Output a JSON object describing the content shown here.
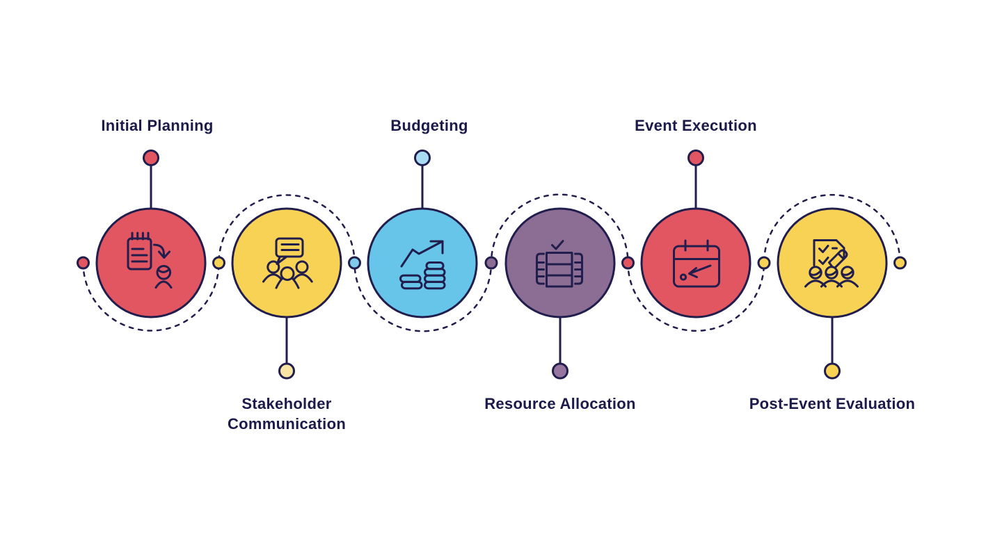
{
  "diagram": {
    "type": "process-timeline-infographic",
    "background_color": "#FFFFFF",
    "outline_color": "#211E4E",
    "text_color": "#1B1A4B",
    "stages": [
      {
        "label": "Initial Planning",
        "label_position": "top",
        "color": "#E25661",
        "stem_dot_color": "#E25661",
        "icon": "notepad-task-handoff-icon"
      },
      {
        "label": "Stakeholder Communication",
        "label_position": "bottom",
        "color": "#F8D254",
        "stem_dot_color": "#F9E5A3",
        "icon": "people-speech-bubble-icon"
      },
      {
        "label": "Budgeting",
        "label_position": "top",
        "color": "#66C5E8",
        "stem_dot_color": "#A9DCF2",
        "icon": "coin-stacks-growth-arrow-icon"
      },
      {
        "label": "Resource Allocation",
        "label_position": "bottom",
        "color": "#8C6D94",
        "stem_dot_color": "#96759E",
        "icon": "allocation-table-check-icon"
      },
      {
        "label": "Event Execution",
        "label_position": "top",
        "color": "#E25661",
        "stem_dot_color": "#E25661",
        "icon": "calendar-arrow-icon"
      },
      {
        "label": "Post-Event Evaluation",
        "label_position": "bottom",
        "color": "#F8D254",
        "stem_dot_color": "#F8D254",
        "icon": "evaluation-checklist-pencil-people-icon"
      }
    ],
    "connector_dots": [
      {
        "color": "#E25661"
      },
      {
        "color": "#F8D254"
      },
      {
        "color": "#7FCBE9"
      },
      {
        "color": "#8C6D94"
      },
      {
        "color": "#E25661"
      },
      {
        "color": "#F8D254"
      },
      {
        "color": "#F8D254"
      }
    ]
  }
}
